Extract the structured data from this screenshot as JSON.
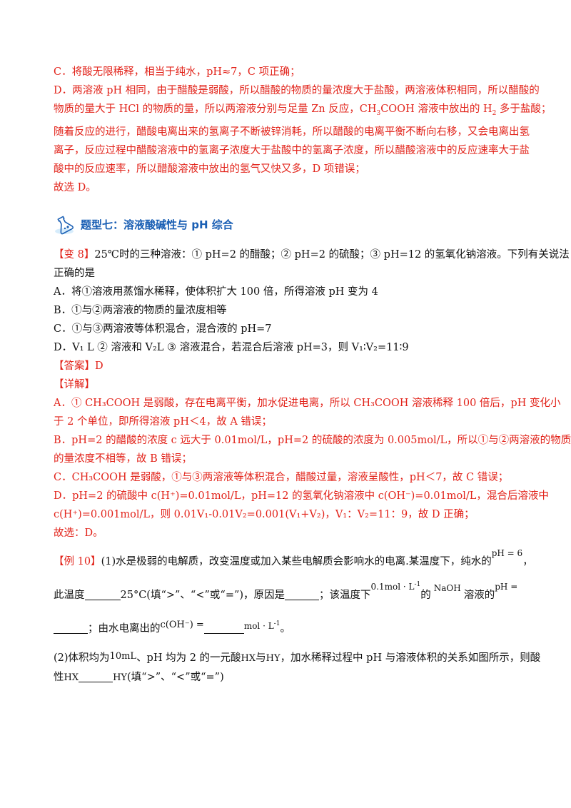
{
  "top": {
    "c": "C．将酸无限稀释，相当于纯水，pH≈7，C 项正确；",
    "d1": "D．两溶液 pH 相同，由于醋酸是弱酸，所以醋酸的物质的量浓度大于盐酸，两溶液体积相同，所以醋酸的",
    "d2a": "物质的量大于 HCl 的物质的量，所以两溶液分别与足量 Zn 反应，CH",
    "d2b": "COOH 溶液中放出的 H",
    "d2c": " 多于盐酸；",
    "d3": "随着反应的进行，醋酸电离出来的氢离子不断被锌消耗，所以醋酸的电离平衡不断向右移，又会电离出氢",
    "d4": "离子，反应过程中醋酸溶液中的氢离子浓度大于盐酸中的氢离子浓度，所以醋酸溶液中的反应速率大于盐",
    "d5": "酸中的反应速率，所以醋酸溶液中放出的氢气又快又多，D 项错误；",
    "ans": "故选 D。"
  },
  "section": {
    "title": "题型七：溶液酸碱性与 pH 综合"
  },
  "q8": {
    "tag": "【变 8】",
    "stem1": "25℃时的三种溶液：① pH=2 的醋酸；② pH=2 的硫酸；③ pH=12 的氢氧化钠溶液。下列有关说法",
    "stem2": "正确的是",
    "a": "A．将①溶液用蒸馏水稀释，使体积扩大 100 倍，所得溶液 pH 变为 4",
    "b": "B．①与②两溶液的物质的量浓度相等",
    "c": "C．①与③两溶液等体积混合，混合液的 pH=7",
    "d": "D．V₁ L ② 溶液和 V₂L ③ 溶液混合，若混合后溶液 pH=3，则 V₁∶V₂=11∶9",
    "answer_tag": "【答案】",
    "answer": "D",
    "detail_tag": "【详解】",
    "ea1": "A．① CH₃COOH 是弱酸，存在电离平衡，加水促进电离，所以 CH₃COOH 溶液稀释 100 倍后，pH 变化小",
    "ea2": "于 2 个单位，即所得溶液 pH＜4，故 A 错误；",
    "eb1": "B．pH=2 的醋酸的浓度 c 远大于 0.01mol/L，pH=2 的硫酸的浓度为 0.005mol/L，所以①与②两溶液的物质",
    "eb2": "的量浓度不相等，故 B 错误；",
    "ec": "C．CH₃COOH 是弱酸，①与③两溶液等体积混合，醋酸过量，溶液呈酸性，pH＜7，故 C 错误；",
    "ed1": "D．pH=2 的硫酸中 c(H⁺)=0.01mol/L，pH=12 的氢氧化钠溶液中 c(OH⁻)=0.01mol/L，混合后溶液中",
    "ed2": "c(H⁺)=0.001mol/L，则 0.01V₁-0.01V₂=0.001(V₁+V₂)，V₁：V₂=11：9，故 D 正确；",
    "ans": "故选：D。"
  },
  "ex10": {
    "tag": "【例 10】",
    "l1": "(1)水是极弱的电解质，改变温度或加入某些电解质会影响水的电离.某温度下，纯水的",
    "l1_math": "pH = 6",
    "l1_end": "，",
    "l2a": "此温度",
    "l2b": "25°C(填“>”、“<”或“=”)，原因是",
    "l2c": "；该温度下",
    "l2_math1": "0.1mol · L",
    "l2_math1_sup": "-1",
    "l2d": "的",
    "l2_math2": "NaOH",
    "l2e": "溶液的",
    "l2_math3": "pH =",
    "l3a": "；由水电离出的",
    "l3_math": "c(OH⁻) =",
    "l3_unit": "mol · L",
    "l3_unit_sup": "-1",
    "l3_end": "。",
    "l4a": "(2)体积均为",
    "l4_math": "10mL",
    "l4b": "、pH 均为 2 的一元酸",
    "hx": "HX",
    "l4c": "与",
    "hy": "HY",
    "l4d": "，加水稀释过程中 pH 与溶液体积的关系如图所示，则酸",
    "l5a": "性",
    "l5b": "(填“>”、“<”或“=”)"
  },
  "colors": {
    "red": "#e2231a",
    "blue": "#1a5fb4"
  },
  "icons": {
    "section": "flask-icon"
  }
}
